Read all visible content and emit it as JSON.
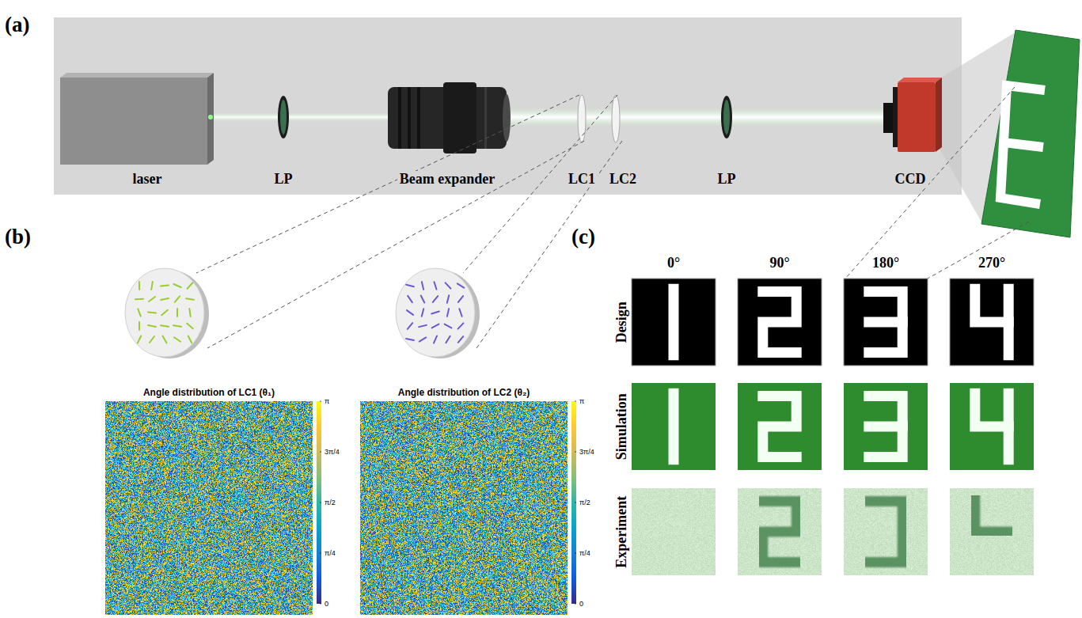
{
  "diagram": {
    "labels": [
      "(a)",
      "laser",
      "LP",
      "Beam expander",
      "LC1",
      "LC2",
      "LP",
      "CCD",
      "(b)",
      "Angle distribution of LC1 (θ₁)",
      "π",
      "3π/4",
      "π/2",
      "π/4",
      "0",
      "Angle distribution of LC2 (θ₂)",
      "π",
      "3π/4",
      "π/2",
      "π/4",
      "0",
      "(c)",
      "0°",
      "90°",
      "180°",
      "270°",
      "Design",
      "Simulation",
      "Experiment"
    ]
  }
}
